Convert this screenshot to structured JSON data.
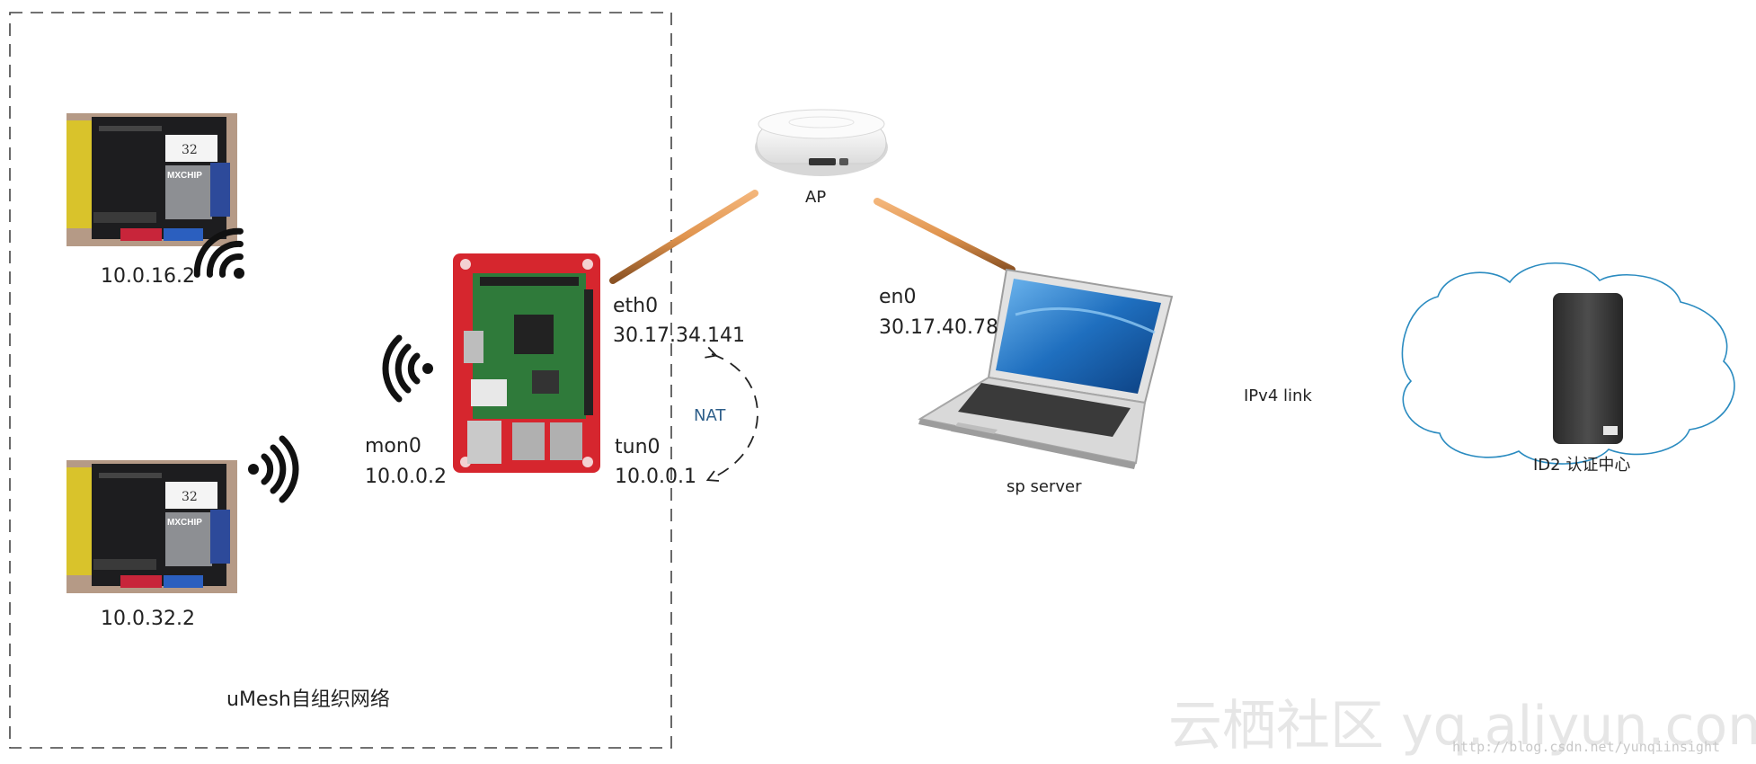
{
  "umesh_region": {
    "label": "uMesh自组织网络"
  },
  "nodes": {
    "device_top": {
      "ip": "10.0.16.2",
      "chip_text": "MXCHIP",
      "tag": "32"
    },
    "device_bottom": {
      "ip": "10.0.32.2",
      "chip_text": "MXCHIP",
      "tag": "32"
    },
    "gateway": {
      "mon0_label": "mon0",
      "mon0_ip": "10.0.0.2",
      "eth0_label": "eth0",
      "eth0_ip": "30.17.34.141",
      "tun0_label": "tun0",
      "tun0_ip": "10.0.0.1"
    },
    "ap": {
      "label": "AP"
    },
    "laptop": {
      "label": "sp server",
      "en0_label": "en0",
      "en0_ip": "30.17.40.78"
    },
    "cloud": {
      "label": "ID2 认证中心"
    }
  },
  "edges": {
    "nat_label": "NAT",
    "ipv4_label": "IPv4 link"
  },
  "colors": {
    "link_orange": "#e0944e",
    "link_dark": "#7a4a22",
    "board_red": "#d6262e",
    "pcb_green": "#2f7a3a",
    "cloud_stroke": "#2a8bc0",
    "nat_text": "#2f5f8a",
    "screen_blue": "#1f6fbf"
  },
  "watermark": {
    "main": "云栖社区 yq.aliyun.com",
    "url": "http://blog.csdn.net/yunqiinsight"
  }
}
